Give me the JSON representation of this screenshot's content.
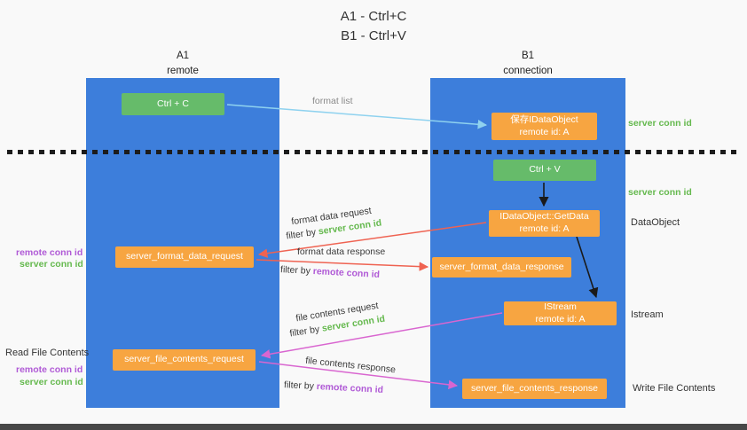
{
  "title": {
    "line1": "A1 - Ctrl+C",
    "line2": "B1 - Ctrl+V"
  },
  "lanes": {
    "a1": {
      "name": "A1",
      "subtitle": "remote"
    },
    "b1": {
      "name": "B1",
      "subtitle": "connection"
    }
  },
  "nodes": {
    "ctrl_c": "Ctrl + C",
    "ctrl_v": "Ctrl + V",
    "save_dataobject_l1": "保存IDataObject",
    "save_dataobject_l2": "remote id: A",
    "getdata_l1": "IDataObject::GetData",
    "getdata_l2": "remote id: A",
    "istream_l1": "IStream",
    "istream_l2": "remote id: A",
    "format_request": "server_format_data_request",
    "format_response": "server_format_data_response",
    "file_request": "server_file_contents_request",
    "file_response": "server_file_contents_response"
  },
  "arrow_labels": {
    "format_list": "format list",
    "format_data_request": "format data request",
    "format_data_response": "format data response",
    "file_contents_request": "file contents request",
    "file_contents_response": "file contents response",
    "filter_by": "filter by",
    "server_conn_id": "server conn id",
    "remote_conn_id": "remote conn id"
  },
  "side_labels": {
    "server_conn_id_top": "server conn id",
    "server_conn_id_mid": "server conn id",
    "dataobject": "DataObject",
    "istream": "Istream",
    "write_file_contents": "Write File Contents",
    "read_file_contents": "Read File Contents",
    "remote_conn_id_left1": "remote conn id",
    "server_conn_id_left1": "server conn id",
    "remote_conn_id_left2": "remote conn id",
    "server_conn_id_left2": "server conn id"
  },
  "colors": {
    "lane_blue": "#3d7edb",
    "node_green": "#66bb6a",
    "node_orange": "#f7a541",
    "arrow_blue": "#8fd2ef",
    "arrow_red": "#ef6352",
    "arrow_pink": "#d966d0",
    "arrow_black": "#1a1a1a",
    "green_text": "#65b94e",
    "purple_text": "#b05ad6"
  }
}
